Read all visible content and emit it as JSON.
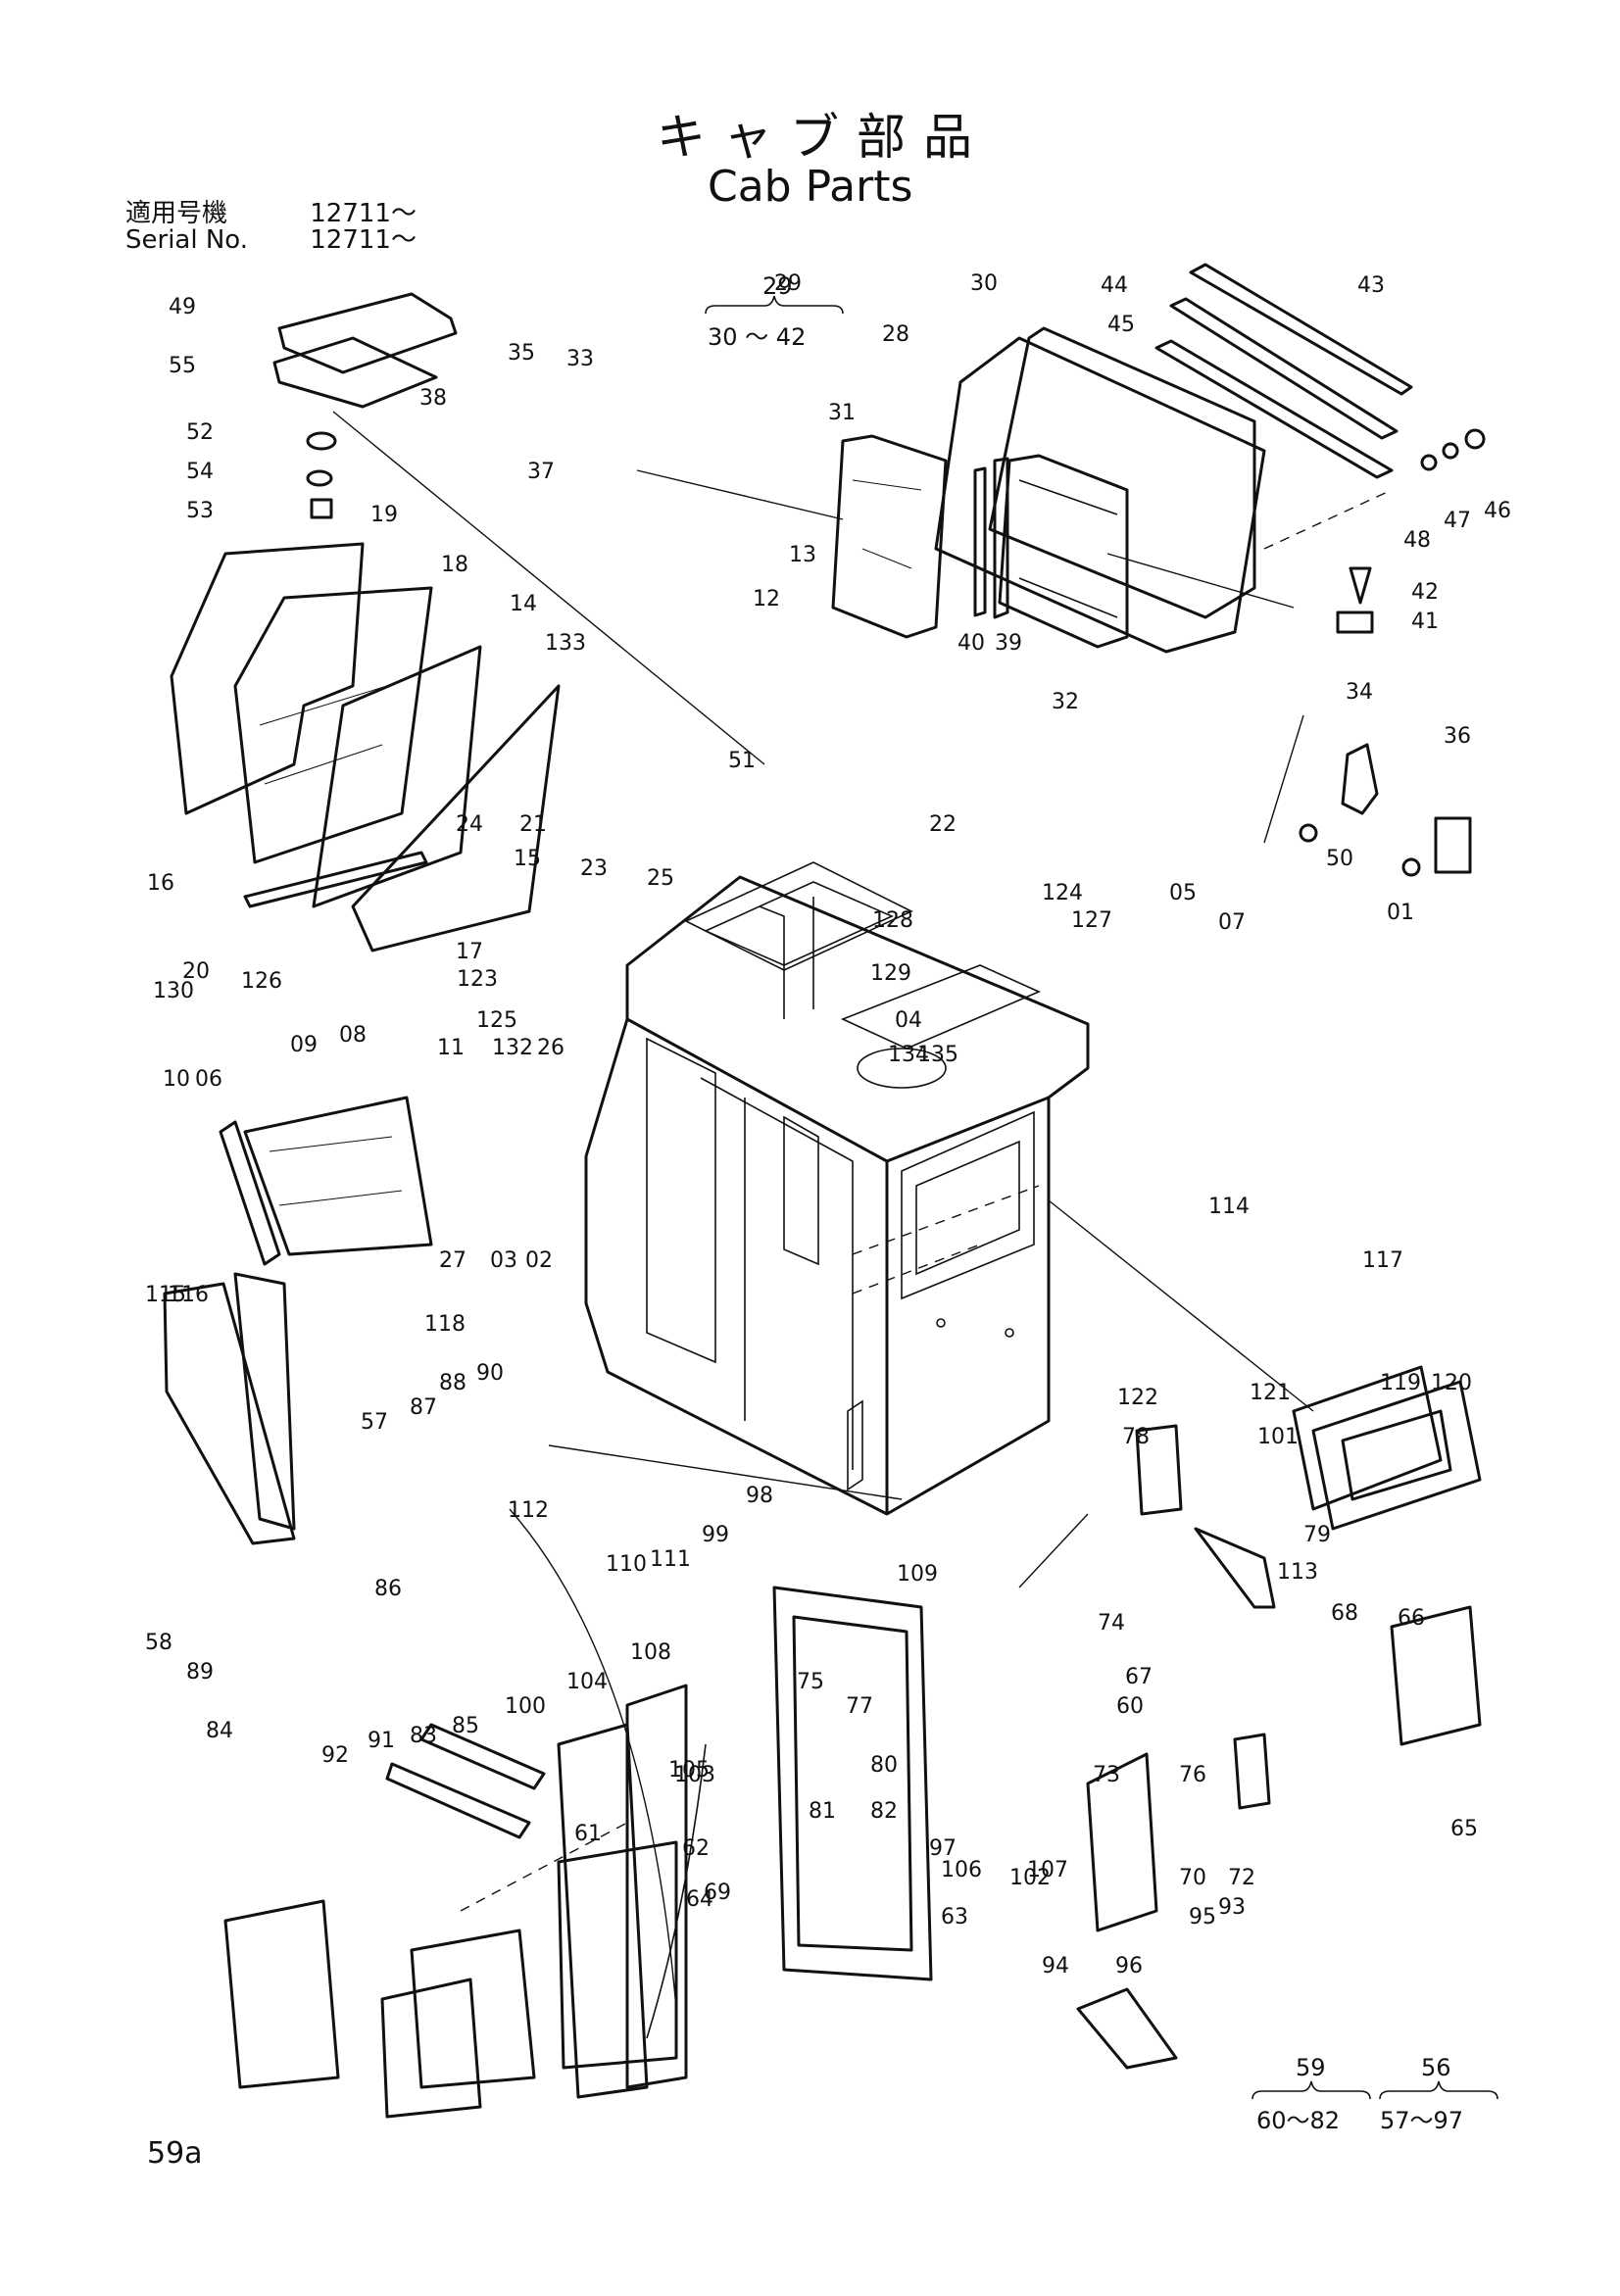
{
  "header": {
    "title_ja": "キャブ部品",
    "title_en": "Cab Parts",
    "serial_label_ja": "適用号機",
    "serial_value_ja": "12711～",
    "serial_label_en": "Serial No.",
    "serial_value_en": "12711～"
  },
  "groups": [
    {
      "id": "29",
      "range": "30 ～ 42"
    },
    {
      "id": "59",
      "range": "60～82"
    },
    {
      "id": "56",
      "range": "57～97"
    }
  ],
  "callouts": [
    "49",
    "55",
    "52",
    "54",
    "53",
    "19",
    "18",
    "14",
    "133",
    "35",
    "33",
    "38",
    "37",
    "29",
    "30",
    "28",
    "31",
    "13",
    "12",
    "44",
    "45",
    "43",
    "48",
    "47",
    "46",
    "42",
    "41",
    "40",
    "39",
    "32",
    "34",
    "36",
    "50",
    "01",
    "51",
    "22",
    "25",
    "24",
    "21",
    "23",
    "15",
    "17",
    "16",
    "20",
    "130",
    "126",
    "123",
    "125",
    "124",
    "127",
    "128",
    "129",
    "04",
    "134",
    "135",
    "05",
    "07",
    "09",
    "08",
    "06",
    "10",
    "11",
    "132",
    "26",
    "27",
    "03",
    "02",
    "115",
    "116",
    "118",
    "114",
    "117",
    "119",
    "120",
    "121",
    "122",
    "78",
    "79",
    "101",
    "57",
    "87",
    "88",
    "90",
    "112",
    "86",
    "98",
    "99",
    "110",
    "111",
    "109",
    "113",
    "108",
    "75",
    "77",
    "74",
    "67",
    "68",
    "60",
    "66",
    "65",
    "58",
    "89",
    "84",
    "85",
    "83",
    "100",
    "92",
    "91",
    "104",
    "105",
    "103",
    "80",
    "82",
    "81",
    "97",
    "106",
    "102",
    "107",
    "73",
    "76",
    "72",
    "70",
    "61",
    "62",
    "64",
    "69",
    "63",
    "94",
    "96",
    "95",
    "93"
  ],
  "page_number": "59a"
}
